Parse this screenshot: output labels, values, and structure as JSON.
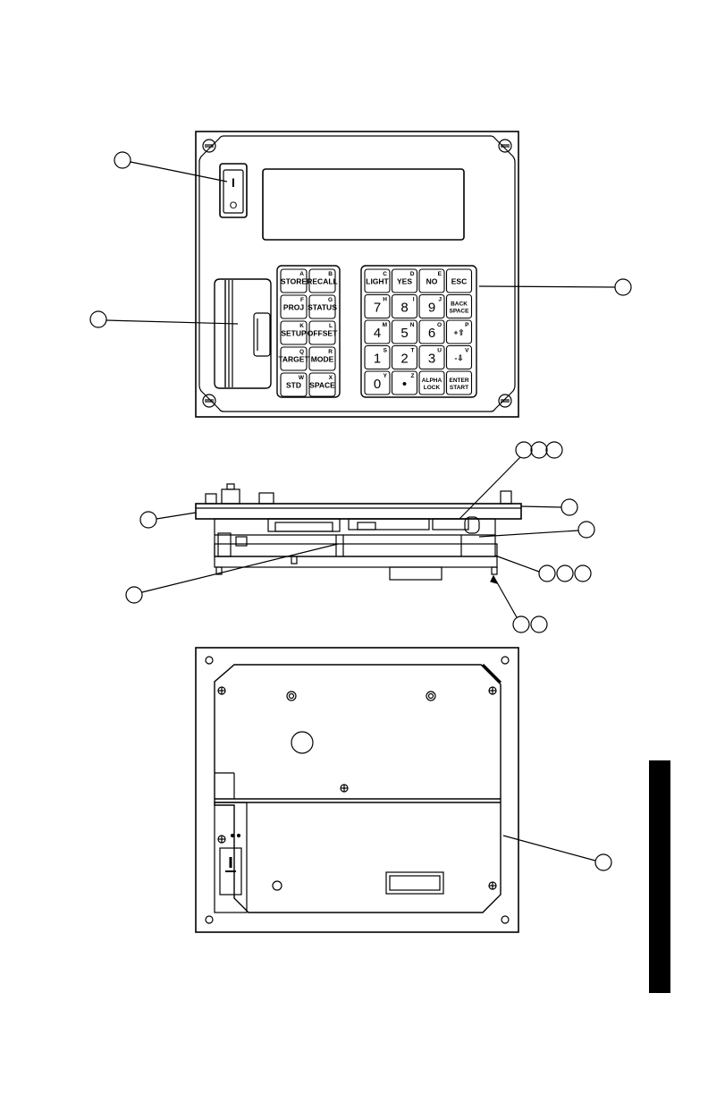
{
  "keypad": {
    "left": [
      [
        {
          "label": "STORE",
          "sup": "A"
        },
        {
          "label": "RECALL",
          "sup": "B"
        }
      ],
      [
        {
          "label": "PROJ",
          "sup": "F"
        },
        {
          "label": "STATUS",
          "sup": "G"
        }
      ],
      [
        {
          "label": "SETUP",
          "sup": "K"
        },
        {
          "label": "OFFSET",
          "sup": "L"
        }
      ],
      [
        {
          "label": "TARGET",
          "sup": "Q"
        },
        {
          "label": "MODE",
          "sup": "R"
        }
      ],
      [
        {
          "label": "STD",
          "sup": "W"
        },
        {
          "label": "SPACE",
          "sup": "X"
        }
      ]
    ],
    "right": [
      [
        {
          "label": "LIGHT",
          "sup": "C"
        },
        {
          "label": "YES",
          "sup": "D"
        },
        {
          "label": "NO",
          "sup": "E"
        },
        {
          "label": "ESC",
          "sup": ""
        }
      ],
      [
        {
          "label": "7",
          "sup": "H"
        },
        {
          "label": "8",
          "sup": "I"
        },
        {
          "label": "9",
          "sup": "J"
        },
        {
          "label": "BACK SPACE",
          "sup": ""
        }
      ],
      [
        {
          "label": "4",
          "sup": "M"
        },
        {
          "label": "5",
          "sup": "N"
        },
        {
          "label": "6",
          "sup": "O"
        },
        {
          "label": "+⇧",
          "sup": "P"
        }
      ],
      [
        {
          "label": "1",
          "sup": "S"
        },
        {
          "label": "2",
          "sup": "T"
        },
        {
          "label": "3",
          "sup": "U"
        },
        {
          "label": "-⇩",
          "sup": "V"
        }
      ],
      [
        {
          "label": "0",
          "sup": "Y"
        },
        {
          "label": "•",
          "sup": "Z"
        },
        {
          "label": "ALPHA LOCK",
          "sup": ""
        },
        {
          "label": "ENTER START",
          "sup": ""
        }
      ]
    ]
  },
  "switch_marks": {
    "on": "I",
    "off": "O"
  },
  "colors": {
    "line": "#000000",
    "paper": "#ffffff",
    "tab": "#000000"
  }
}
